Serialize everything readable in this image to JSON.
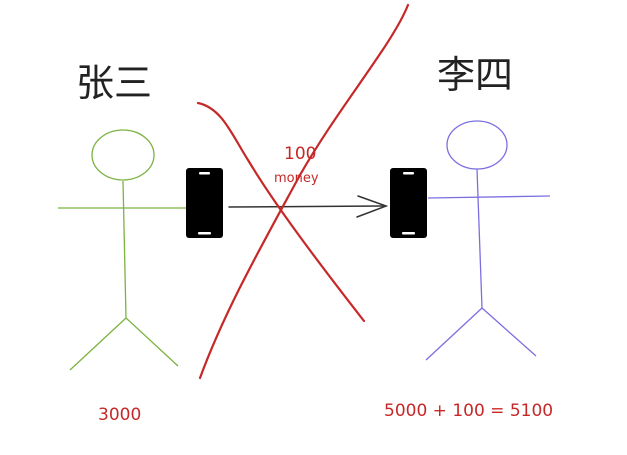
{
  "people": {
    "left": {
      "name": "张三",
      "balance": "3000",
      "color": "#7cb342"
    },
    "right": {
      "name": "李四",
      "balance": "5000 + 100 = 5100",
      "color": "#7b6fe0"
    }
  },
  "transfer": {
    "amount": "100",
    "unit": "money",
    "arrow_color": "#333333"
  },
  "cross_color": "#c62828"
}
